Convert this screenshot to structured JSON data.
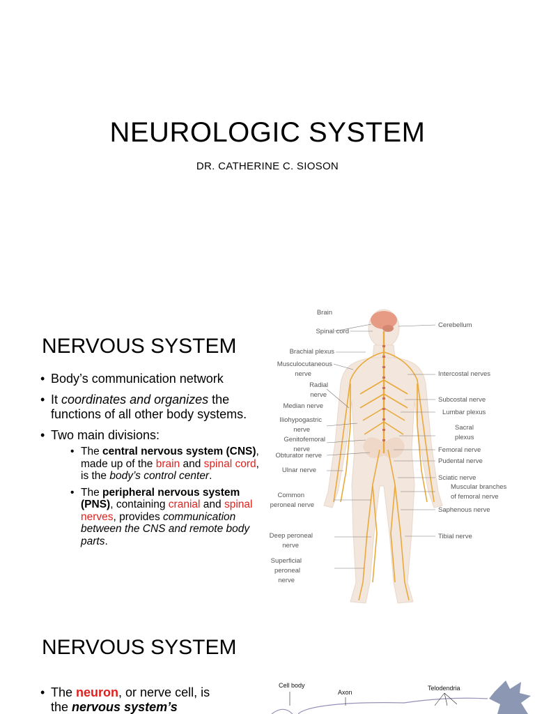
{
  "slide1": {
    "title": "NEUROLOGIC SYSTEM",
    "subtitle": "DR. CATHERINE C. SIOSON"
  },
  "slide2": {
    "heading": "NERVOUS SYSTEM",
    "bullet1": "Body’s communication network",
    "bullet2": {
      "pre": "It ",
      "italic": "coordinates and organizes",
      "post": " the functions of all other body systems."
    },
    "bullet3": "Two main divisions:",
    "sub1": {
      "pre": "The ",
      "bold": "central nervous system (CNS)",
      "mid1": ", made up of the ",
      "red1": "brain",
      "mid2": " and ",
      "red2": "spinal cord",
      "mid3": ", is the ",
      "italic": "body’s control center",
      "end": "."
    },
    "sub2": {
      "pre": "The ",
      "bold": "peripheral nervous system (PNS)",
      "mid1": ", containing ",
      "red1": "cranial",
      "mid2": " and ",
      "red2": "spinal nerves",
      "mid3": ", provides ",
      "italic": "communication between the CNS and remote body parts",
      "end": "."
    },
    "figure_labels": {
      "brain": "Brain",
      "spinal_cord": "Spinal cord",
      "brachial_plexus": "Brachial plexus",
      "musculocutaneous_1": "Musculocutaneous",
      "musculocutaneous_2": "nerve",
      "radial_1": "Radial",
      "radial_2": "nerve",
      "median": "Median nerve",
      "iliohypogastric_1": "Iliohypogastric",
      "iliohypogastric_2": "nerve",
      "genitofemoral_1": "Genitofemoral",
      "genitofemoral_2": "nerve",
      "obturator": "Obturator nerve",
      "ulnar": "Ulnar nerve",
      "common_peroneal_1": "Common",
      "common_peroneal_2": "peroneal nerve",
      "deep_peroneal_1": "Deep peroneal",
      "deep_peroneal_2": "nerve",
      "superficial_1": "Superficial",
      "superficial_2": "peroneal",
      "superficial_3": "nerve",
      "cerebellum": "Cerebellum",
      "intercostal": "Intercostal nerves",
      "subcostal": "Subcostal nerve",
      "lumbar_plexus": "Lumbar plexus",
      "sacral_1": "Sacral",
      "sacral_2": "plexus",
      "femoral": "Femoral nerve",
      "pudental": "Pudental nerve",
      "sciatic": "Sciatic nerve",
      "muscular_1": "Muscular branches",
      "muscular_2": "of femoral nerve",
      "saphenous": "Saphenous nerve",
      "tibial": "Tibial nerve"
    }
  },
  "slide3": {
    "heading": "NERVOUS SYSTEM",
    "bullet_pre": "The ",
    "bullet_red": "neuron",
    "bullet_post": ", or nerve cell, is",
    "bullet_line2_pre": "the ",
    "bullet_line2_bi": "nervous system’s",
    "figure_labels": {
      "cell_body": "Cell body",
      "axon": "Axon",
      "telodendria": "Telodendria"
    }
  },
  "colors": {
    "accent_red": "#e0211d",
    "nerve": "#e9a93b",
    "skin": "#f3e6dc",
    "brain": "#e79a84"
  }
}
